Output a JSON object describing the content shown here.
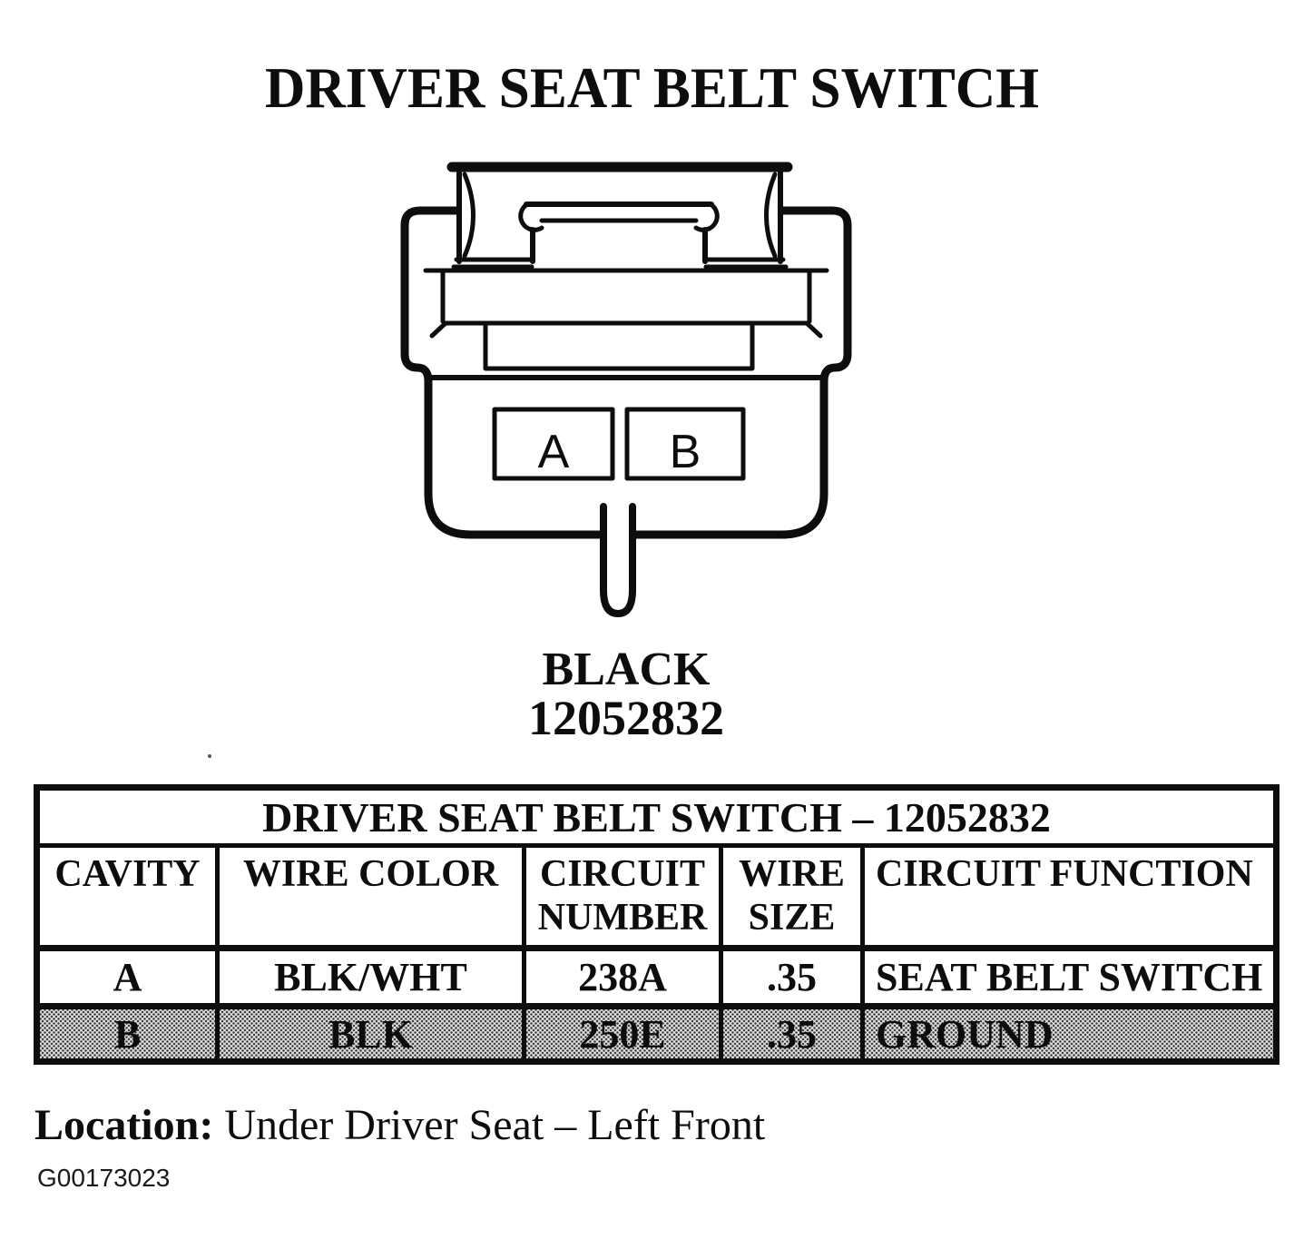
{
  "title": "DRIVER SEAT BELT SWITCH",
  "connector": {
    "cavity_a": "A",
    "cavity_b": "B",
    "color": "BLACK",
    "part_number": "12052832"
  },
  "table": {
    "title": "DRIVER SEAT BELT SWITCH – 12052832",
    "headers": [
      "CAVITY",
      "WIRE COLOR",
      "CIRCUIT NUMBER",
      "WIRE SIZE",
      "CIRCUIT FUNCTION"
    ],
    "rows": [
      {
        "cavity": "A",
        "wire_color": "BLK/WHT",
        "circuit_number": "238A",
        "wire_size": ".35",
        "circuit_function": "SEAT BELT SWITCH"
      },
      {
        "cavity": "B",
        "wire_color": "BLK",
        "circuit_number": "250E",
        "wire_size": ".35",
        "circuit_function": "GROUND"
      }
    ]
  },
  "location": {
    "label": "Location:",
    "value": "Under Driver Seat – Left Front"
  },
  "figure_id": "G00173023",
  "colors": {
    "ink": "#0d0d0d",
    "paper": "#ffffff",
    "shaded_row": "#e0e0e0"
  }
}
